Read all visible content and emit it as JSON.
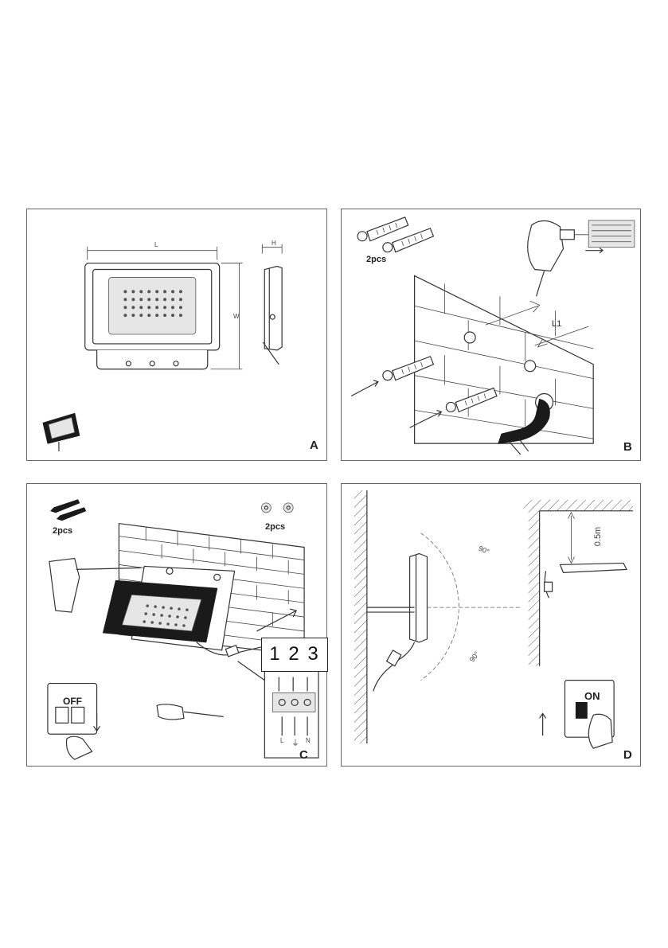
{
  "panels": {
    "a": {
      "letter": "A",
      "dim_length": "L",
      "dim_width": "W",
      "dim_height": "H"
    },
    "b": {
      "letter": "B",
      "qty_anchors": "2pcs",
      "dim_spacing": "L1"
    },
    "c": {
      "letter": "C",
      "qty_screws": "2pcs",
      "qty_washers": "2pcs",
      "switch_state": "OFF",
      "callout": "1 2 3",
      "terminal_labels": [
        "L",
        "⏚",
        "N"
      ]
    },
    "d": {
      "letter": "D",
      "angle_upper": "90°",
      "angle_lower": "90°",
      "min_distance": "0.5m",
      "switch_state": "ON"
    }
  }
}
